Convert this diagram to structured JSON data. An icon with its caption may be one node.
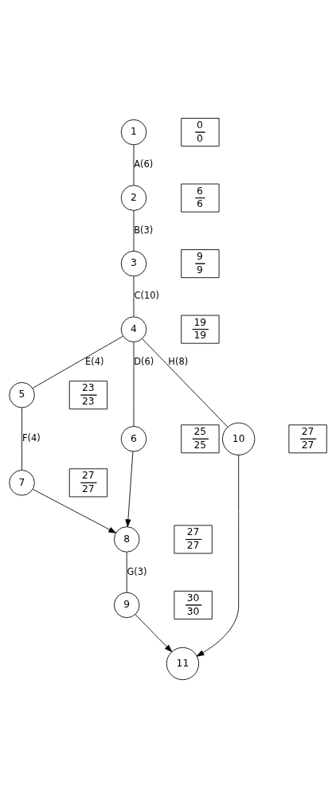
{
  "diagram": {
    "nodes": [
      {
        "text": [
          "1"
        ]
      },
      {
        "text": [
          "0",
          "0"
        ]
      },
      {
        "text": [
          "2"
        ]
      },
      {
        "text": [
          "6",
          "6"
        ]
      },
      {
        "text": [
          "3"
        ]
      },
      {
        "text": [
          "9",
          "9"
        ]
      },
      {
        "text": [
          "4"
        ]
      },
      {
        "text": [
          "19",
          "19"
        ]
      },
      {
        "text": [
          "5"
        ]
      },
      {
        "text": [
          "23",
          "23"
        ]
      },
      {
        "text": [
          "6"
        ]
      },
      {
        "text": [
          "25",
          "25"
        ]
      },
      {
        "text": [
          "7"
        ]
      },
      {
        "text": [
          "27",
          "27"
        ]
      },
      {
        "text": [
          "8"
        ]
      },
      {
        "text": [
          "27",
          "27"
        ]
      },
      {
        "text": [
          "9"
        ]
      },
      {
        "text": [
          "30",
          "30"
        ]
      },
      {
        "text": [
          "10"
        ]
      },
      {
        "text": [
          "27",
          "27"
        ]
      },
      {
        "text": [
          "11"
        ]
      }
    ],
    "edges": [
      {
        "from": 0,
        "to": 2,
        "arrow": "none",
        "label": "A(6)"
      },
      {
        "from": 2,
        "to": 4,
        "arrow": "none",
        "label": "B(3)"
      },
      {
        "from": 4,
        "to": 6,
        "arrow": "none",
        "label": "C(10)"
      },
      {
        "from": 6,
        "to": 8,
        "arrow": "none",
        "label": "E(4)"
      },
      {
        "from": 6,
        "to": 10,
        "arrow": "none",
        "label": "D(6)"
      },
      {
        "from": 6,
        "to": 18,
        "arrow": "none",
        "label": "H(8)"
      },
      {
        "from": 8,
        "to": 12,
        "arrow": "none",
        "label": "F(4)"
      },
      {
        "from": 12,
        "to": 14,
        "arrow": "to"
      },
      {
        "from": 10,
        "to": 14,
        "arrow": "to"
      },
      {
        "from": 14,
        "to": 16,
        "arrow": "none",
        "label": "G(3)"
      },
      {
        "from": 16,
        "to": 20,
        "arrow": "to"
      },
      {
        "from": 18,
        "to": 20,
        "arrow": "to"
      }
    ]
  }
}
